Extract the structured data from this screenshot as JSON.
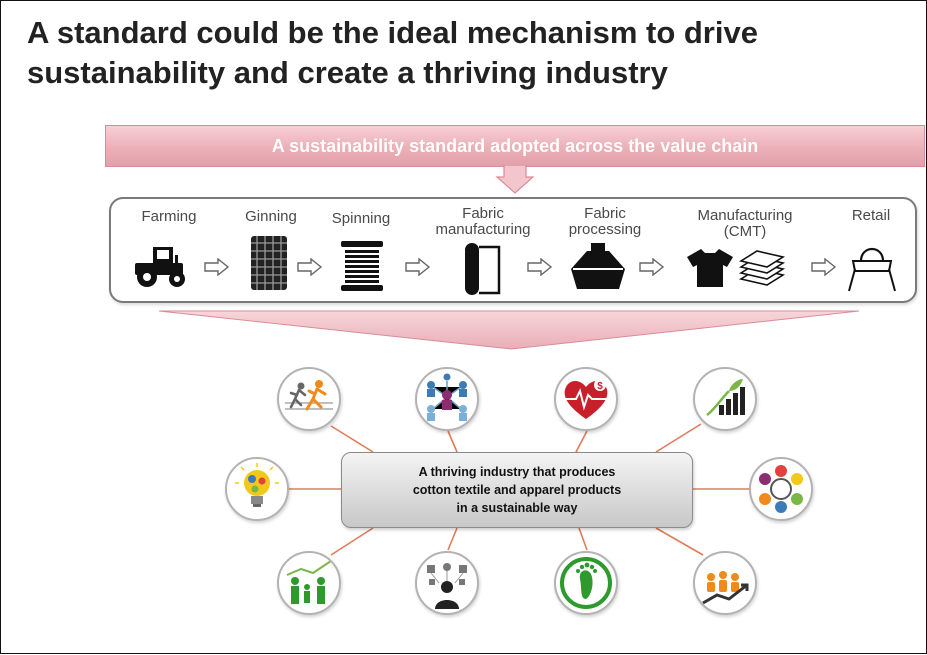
{
  "title": {
    "line1": "A standard could be the ideal mechanism to drive",
    "line2": "sustainability and create a thriving industry"
  },
  "banner": {
    "text": "A sustainability standard adopted across the value chain"
  },
  "value_chain": {
    "stages": [
      {
        "line1": "Farming",
        "line2": "",
        "icon": "tractor-icon"
      },
      {
        "line1": "Ginning",
        "line2": "",
        "icon": "cotton-bale-icon"
      },
      {
        "line1": "Spinning",
        "line2": "",
        "icon": "spool-icon"
      },
      {
        "line1": "Fabric",
        "line2": "manufacturing",
        "icon": "fabric-roll-icon"
      },
      {
        "line1": "Fabric",
        "line2": "processing",
        "icon": "dye-bottle-icon"
      },
      {
        "line1": "Manufacturing",
        "line2": "(CMT)",
        "icon": "garment-icon"
      },
      {
        "line1": "Retail",
        "line2": "",
        "icon": "shopping-bag-icon"
      }
    ]
  },
  "center": {
    "line1": "A thriving industry that produces",
    "line2": "cotton textile and apparel products",
    "line3": "in a sustainable way"
  },
  "outcome_icons": [
    "runners-icon",
    "network-people-icon",
    "heart-health-icon",
    "growth-chart-icon",
    "lightbulb-icon",
    "collaboration-wheel-icon",
    "family-growth-icon",
    "business-people-icon",
    "footprint-icon",
    "team-trend-icon"
  ],
  "colors": {
    "banner": "#e8a8b1",
    "connector": "#e07b5a",
    "heart": "#c8202a",
    "leaf": "#7ab648",
    "footprint": "#2e9a2e",
    "chain_border": "#7a7a7a"
  }
}
